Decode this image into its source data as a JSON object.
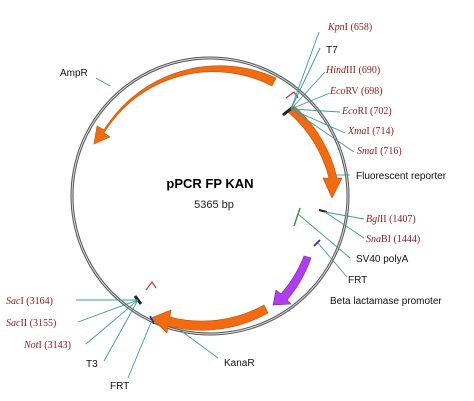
{
  "plasmid": {
    "name": "pPCR FP KAN",
    "size": "5365",
    "size_unit": "bp"
  },
  "features": {
    "ampr": "AmpR",
    "fluorescent_reporter": "Fluorescent reporter",
    "kanar": "KanaR",
    "beta_lactamase_promoter": "Beta lactamase promoter",
    "sv40_polya": "SV40 polyA",
    "frt_right": "FRT",
    "frt_bottom": "FRT",
    "t7": "T7",
    "t3": "T3"
  },
  "sites": {
    "kpni": {
      "name": "Kpn",
      "suffix": "I",
      "pos": "(658)"
    },
    "hindiii": {
      "name": "Hind",
      "suffix": "III",
      "pos": "(690)"
    },
    "ecorv": {
      "name": "Eco",
      "suffix": "RV",
      "pos": "(698)"
    },
    "ecori": {
      "name": "Eco",
      "suffix": "RI",
      "pos": "(702)"
    },
    "xmai": {
      "name": "Xma",
      "suffix": "I",
      "pos": "(714)"
    },
    "smai": {
      "name": "Sma",
      "suffix": "I",
      "pos": "(716)"
    },
    "bglii": {
      "name": "Bgl",
      "suffix": "II",
      "pos": "(1407)"
    },
    "snabi": {
      "name": "Sna",
      "suffix": "BI",
      "pos": "(1444)"
    },
    "saci": {
      "name": "Sac",
      "suffix": "I",
      "pos": "(3164)"
    },
    "sacii": {
      "name": "Sac",
      "suffix": "II",
      "pos": "(3155)"
    },
    "noti": {
      "name": "Not",
      "suffix": "I",
      "pos": "(3143)"
    }
  },
  "colors": {
    "feature_orange": "#f26b11",
    "promoter_purple": "#b43cf0",
    "site_line": "#3a9a9a",
    "enzyme_text": "#8b1a1a",
    "backbone": "#555555"
  }
}
